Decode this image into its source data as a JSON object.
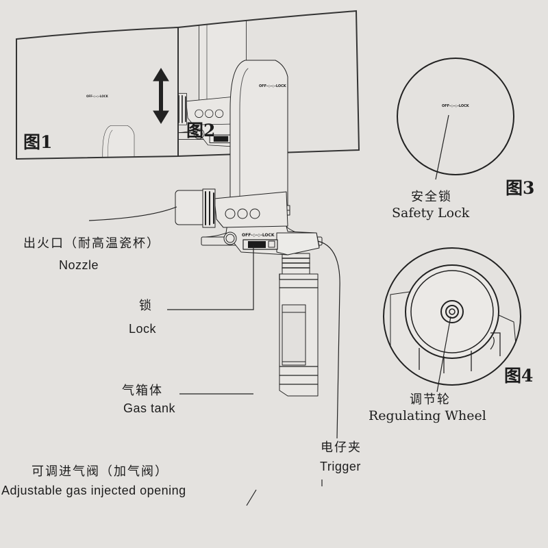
{
  "figures": {
    "fig1": "图1",
    "fig2": "图2",
    "fig3": "图3",
    "fig4": "图4"
  },
  "switch_label": "OFF-◇-◇-LOCK",
  "labels": {
    "nozzle_cn": "出火口（耐高温瓷杯）",
    "nozzle_en": "Nozzle",
    "lock_cn": "锁",
    "lock_en": "Lock",
    "gas_tank_cn": "气箱体",
    "gas_tank_en": "Gas tank",
    "trigger_cn": "电仔夹",
    "trigger_en": "Trigger",
    "opening_cn": "可调进气阀（加气阀）",
    "opening_en": "Adjustable gas injected opening",
    "safety_lock_cn": "安全锁",
    "safety_lock_en": "Safety Lock",
    "wheel_cn": "调节轮",
    "wheel_en": "Regulating Wheel"
  }
}
